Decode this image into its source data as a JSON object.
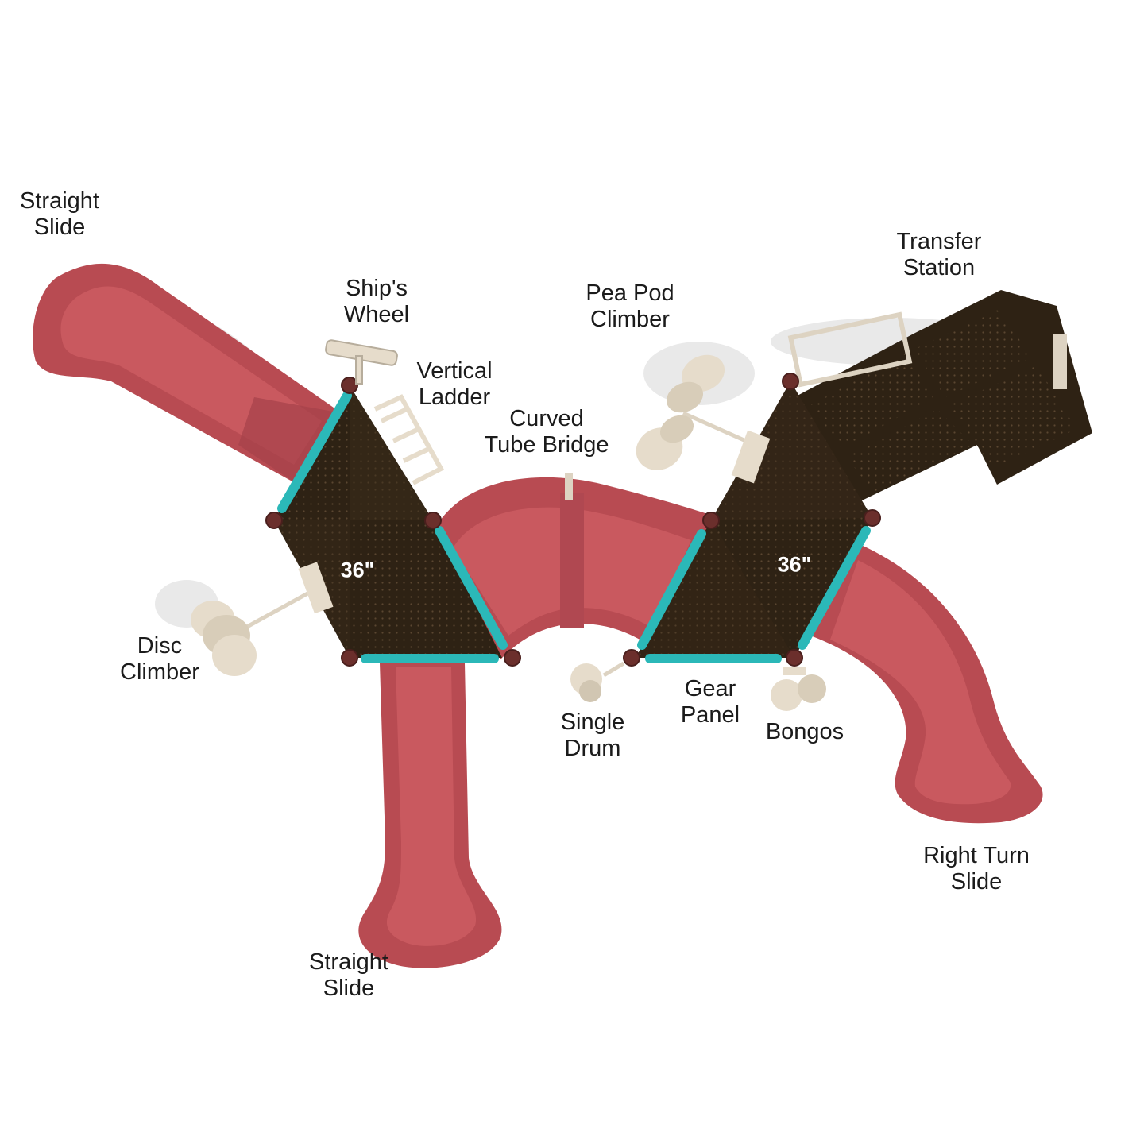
{
  "colors": {
    "slide": "#b84b52",
    "slide_dark": "#8e353b",
    "slide_light": "#cf6a70",
    "deck": "#2e2214",
    "barrier": "#2bb8b8",
    "post": "#6b2f2c",
    "accessory": "#e6dccb",
    "shadow": "#e3e3e3"
  },
  "labels": {
    "straight_slide_top": [
      "Straight",
      "Slide"
    ],
    "ships_wheel": [
      "Ship's",
      "Wheel"
    ],
    "vertical_ladder": [
      "Vertical",
      "Ladder"
    ],
    "curved_tube_bridge": [
      "Curved",
      "Tube Bridge"
    ],
    "pea_pod_climber": [
      "Pea Pod",
      "Climber"
    ],
    "transfer_station": [
      "Transfer",
      "Station"
    ],
    "disc_climber": [
      "Disc",
      "Climber"
    ],
    "single_drum": [
      "Single",
      "Drum"
    ],
    "gear_panel": [
      "Gear",
      "Panel"
    ],
    "bongos": [
      "Bongos"
    ],
    "right_turn_slide": [
      "Right Turn",
      "Slide"
    ],
    "straight_slide_bottom": [
      "Straight",
      "Slide"
    ]
  },
  "deck_heights": {
    "left": "36\"",
    "right": "36\""
  }
}
